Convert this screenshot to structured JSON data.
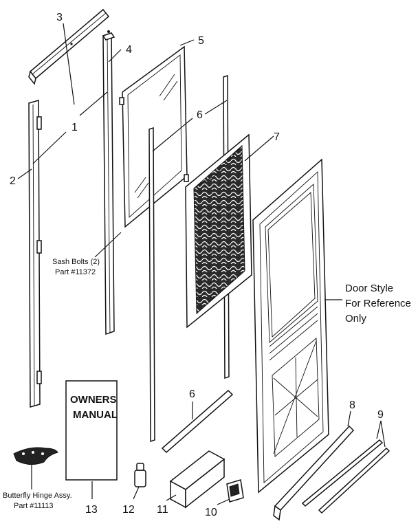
{
  "callouts": {
    "n1": "1",
    "n2": "2",
    "n3": "3",
    "n4": "4",
    "n5": "5",
    "n6a": "6",
    "n6b": "6",
    "n7": "7",
    "n8": "8",
    "n9": "9",
    "n10": "10",
    "n11": "11",
    "n12": "12",
    "n13": "13"
  },
  "notes": {
    "sash_bolts_line1": "Sash Bolts (2)",
    "sash_bolts_line2": "Part #11372",
    "hinge_line1": "Butterfly Hinge Assy.",
    "hinge_line2": "Part #11113"
  },
  "door_reference": {
    "line1": "Door Style",
    "line2": "For Reference",
    "line3": "Only"
  },
  "manual": {
    "line1": "OWNERS",
    "line2": "MANUAL"
  }
}
